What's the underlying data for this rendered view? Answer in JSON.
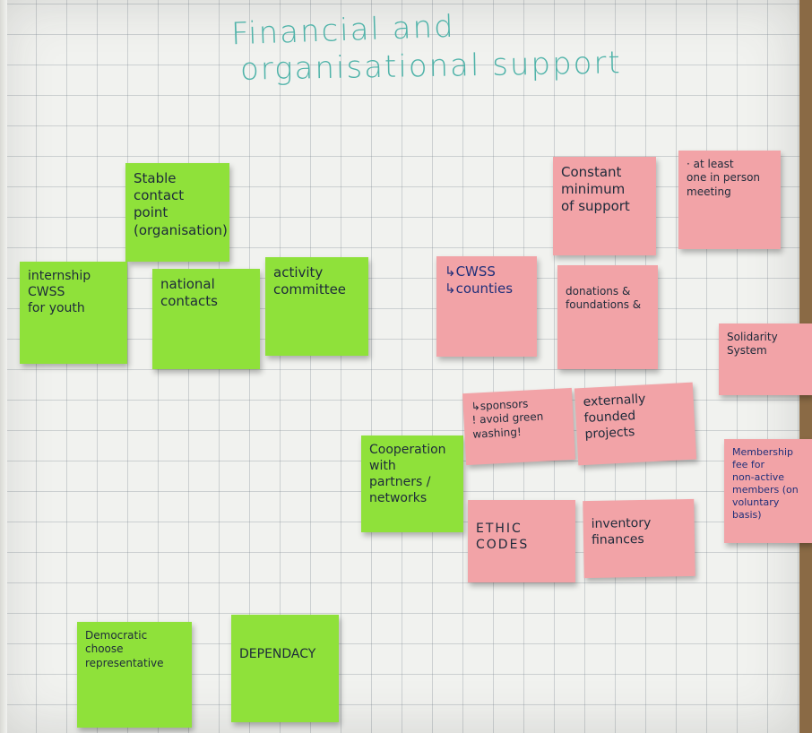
{
  "title": {
    "line1": "Financial and",
    "line2": "organisational support"
  },
  "colors": {
    "green_note": "#8fe13a",
    "pink_note": "#f2a3a7",
    "title_ink": "#4fb3a9"
  },
  "notes": {
    "stable_contact": "Stable\ncontact\npoint\n(organisation)",
    "internship": "internship\nCWSS\nfor youth",
    "national_contacts": "national\ncontacts",
    "activity_committee": "activity\ncommittee",
    "constant_minimum": "Constant\nminimum\nof support",
    "at_least_one": "· at least\none in person\nmeeting",
    "cwss_counties": "↳CWSS\n↳counties",
    "donations": "donations &\nfoundations &",
    "solidarity": "Solidarity\nSystem",
    "sponsors": "↳sponsors\n! avoid green\nwashing!",
    "externally_founded": "externally\nfounded\nprojects",
    "cooperation": "Cooperation\nwith\npartners /\nnetworks",
    "membership_fee": "Membership\nfee for\nnon-active\nmembers (on\nvoluntary\nbasis)",
    "ethic_codes": "ETHIC\nCODES",
    "inventory_finances": "inventory\nfinances",
    "democratic": "Democratic\nchoose\nrepresentative",
    "dependacy": "DEPENDACY"
  }
}
